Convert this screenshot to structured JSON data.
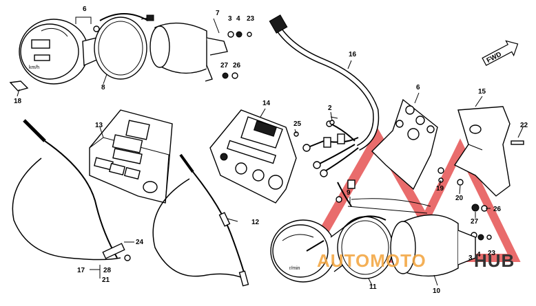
{
  "fwd_label": "FWD",
  "watermark": {
    "text_a": "AUTOMOTO",
    "text_b": "HUB",
    "color_orange": "#f2a23a",
    "color_dark": "#333333",
    "triangle_color": "#e23b3b"
  },
  "callouts": [
    {
      "id": "c6a",
      "text": "6"
    },
    {
      "id": "c7",
      "text": "7"
    },
    {
      "id": "c3a",
      "text": "3"
    },
    {
      "id": "c4a",
      "text": "4"
    },
    {
      "id": "c23a",
      "text": "23"
    },
    {
      "id": "c27a",
      "text": "27"
    },
    {
      "id": "c26a",
      "text": "26"
    },
    {
      "id": "c8",
      "text": "8"
    },
    {
      "id": "c18",
      "text": "18"
    },
    {
      "id": "c16",
      "text": "16"
    },
    {
      "id": "c13",
      "text": "13"
    },
    {
      "id": "c14",
      "text": "14"
    },
    {
      "id": "c2",
      "text": "2"
    },
    {
      "id": "c25",
      "text": "25"
    },
    {
      "id": "c6b",
      "text": "6"
    },
    {
      "id": "c15",
      "text": "15"
    },
    {
      "id": "c22",
      "text": "22"
    },
    {
      "id": "c19",
      "text": "19"
    },
    {
      "id": "c20",
      "text": "20"
    },
    {
      "id": "c26b",
      "text": "26"
    },
    {
      "id": "c27b",
      "text": "27"
    },
    {
      "id": "c3b",
      "text": "3"
    },
    {
      "id": "c4b",
      "text": "4"
    },
    {
      "id": "c23b",
      "text": "23"
    },
    {
      "id": "c9",
      "text": "9"
    },
    {
      "id": "c12",
      "text": "12"
    },
    {
      "id": "c24",
      "text": "24"
    },
    {
      "id": "c17",
      "text": "17"
    },
    {
      "id": "c28",
      "text": "28"
    },
    {
      "id": "c21",
      "text": "21"
    },
    {
      "id": "c11",
      "text": "11"
    },
    {
      "id": "c10",
      "text": "10"
    }
  ]
}
